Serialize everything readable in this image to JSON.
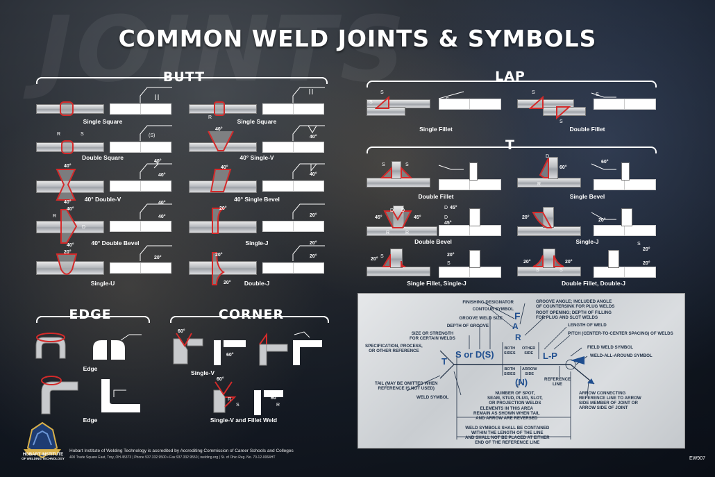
{
  "title": "COMMON WELD JOINTS & SYMBOLS",
  "ghost_text": "JOINTS",
  "sections": {
    "butt": "BUTT",
    "lap": "LAP",
    "t": "T",
    "edge": "EDGE",
    "corner": "CORNER"
  },
  "butt_labels": [
    "Single Square",
    "Single Square",
    "Double Square",
    "40° Single-V",
    "40° Double-V",
    "40° Single Bevel",
    "40° Double Bevel",
    "Single-J",
    "Single-U",
    "Double-J"
  ],
  "lap_labels": [
    "Single Fillet",
    "Double Fillet"
  ],
  "t_labels": [
    "Double Fillet",
    "Single Bevel",
    "Double Bevel",
    "Single-J",
    "Single Fillet, Single-J",
    "Double Fillet, Double-J"
  ],
  "edge_labels": [
    "Edge",
    "Edge"
  ],
  "corner_labels": [
    "Single-V",
    "Single-V and Fillet Weld"
  ],
  "dims": {
    "s": "S",
    "r": "R",
    "d": "D",
    "ds": "(S)",
    "a40": "40°",
    "a20": "20°",
    "a45": "45°",
    "a60": "60°"
  },
  "reference": {
    "finishing_designator": "FINISHING DESIGNATOR",
    "contour_symbol": "CONTOUR SYMBOL",
    "groove_weld_size": "GROOVE WELD SIZE",
    "depth_of_groove": "DEPTH OF GROOVE",
    "size_or_strength": "SIZE OR STRENGTH\nFOR CERTAIN WELDS",
    "specification": "SPECIFICATION, PROCESS,\nOR OTHER REFERENCE",
    "tail": "TAIL (MAY BE OMITTED WHEN\nREFERENCE IS NOT USED)",
    "weld_symbol": "WELD SYMBOL",
    "groove_angle": "GROOVE ANGLE; INCLUDED ANGLE\nOF COUNTERSINK FOR PLUG WELDS",
    "root_opening": "ROOT OPENING; DEPTH OF FILLING\nFOR PLUG AND SLOT WELDS",
    "length_of_weld": "LENGTH OF WELD",
    "pitch": "PITCH (CENTER-TO-CENTER SPACING) OF WELDS",
    "field_weld": "FIELD WELD SYMBOL",
    "weld_all_around": "WELD-ALL-AROUND SYMBOL",
    "reference_line": "REFERENCE\nLINE",
    "arrow_connecting": "ARROW CONNECTING\nREFERENCE LINE TO ARROW\nSIDE MEMBER OF JOINT OR\nARROW SIDE OF JOINT",
    "number_of_spot": "NUMBER OF SPOT,\nSEAM, STUD, PLUG, SLOT,\nOR PROJECTION WELDS",
    "elements": "ELEMENTS IN THIS AREA\nREMAIN AS SHOWN WHEN TAIL\nAND ARROW ARE REVERSED",
    "contained": "WELD SYMBOLS SHALL BE CONTAINED\nWITHIN THE LENGTH OF THE LINE\nAND SHALL NOT BE PLACED AT EITHER\nEND OF THE REFERENCE LINE",
    "both_sides": "BOTH\nSIDES",
    "other_side": "OTHER\nSIDE",
    "arrow_side": "ARROW\nSIDE",
    "f": "F",
    "a": "A",
    "r": "R",
    "t": "T",
    "s_or_ds": "S or D(S)",
    "lp": "L-P",
    "n": "(N)"
  },
  "footer": {
    "accreditation": "Hobart Institute of Welding Technology is accredited by Accrediting Commission of Career Schools and Colleges",
    "address": "400 Trade Square East, Troy, OH 45373  |  Phone 937.332.9500 • Fax 937.332.9550  |  welding.org  |  St. of Ohio Reg. No. 70-12-0064HT",
    "code": "EW907"
  },
  "logo": {
    "line1": "HOBART INSTITUTE",
    "line2": "OF WELDING TECHNOLOGY"
  }
}
